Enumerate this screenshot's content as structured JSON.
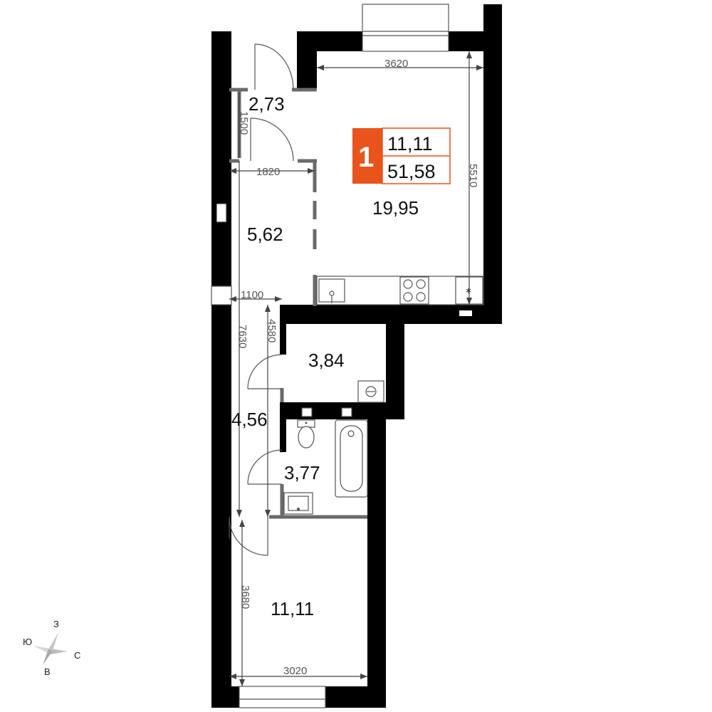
{
  "badge": {
    "rooms": "1",
    "living_area": "11,11",
    "total_area": "51,58",
    "accent_color": "#e8541c"
  },
  "rooms": {
    "vestibule": "2,73",
    "hall": "5,62",
    "kitchen_living": "19,95",
    "storage": "3,84",
    "corridor": "4,56",
    "bathroom": "3,77",
    "bedroom": "11,11"
  },
  "dimensions": {
    "kitchen_width": "3620",
    "kitchen_depth": "5510",
    "vestibule_length": "1500",
    "hall_width": "1820",
    "corridor_width": "1100",
    "corridor_length": "7630",
    "storage_length": "4580",
    "bedroom_depth": "3680",
    "bedroom_width": "3020"
  },
  "compass": {
    "north_west_label": "З",
    "south_label": "Ю",
    "east_label": "С",
    "bottom_label": "В"
  }
}
